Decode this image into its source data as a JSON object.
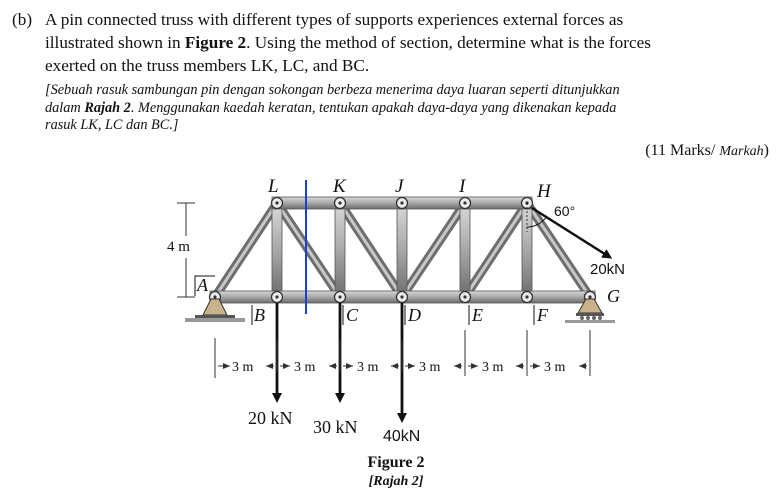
{
  "question": {
    "label": "(b)",
    "en_line1": "A pin connected truss with different types of supports experiences external forces as",
    "en_line2_pre": "illustrated shown in ",
    "en_line2_bold": "Figure 2",
    "en_line2_post": ". Using the method of section, determine what is the forces",
    "en_line3": "exerted on the truss members LK, LC, and BC.",
    "ms_line1": "[Sebuah rasuk sambungan pin dengan sokongan berbeza menerima daya luaran seperti ditunjukkan",
    "ms_line2_pre": "dalam ",
    "ms_line2_bold": "Rajah 2",
    "ms_line2_post": ". Menggunakan kaedah keratan, tentukan apakah daya-daya yang dikenakan kepada",
    "ms_line3": "rasuk LK, LC dan BC.]"
  },
  "marks": {
    "main": "(11 Marks/ ",
    "ital": "Markah",
    "close": ")"
  },
  "figure": {
    "top_nodes": [
      "L",
      "K",
      "J",
      "I",
      "H"
    ],
    "bottom_nodes": [
      "A",
      "B",
      "C",
      "D",
      "E",
      "F",
      "G"
    ],
    "height_label": "4 m",
    "spacing_labels": [
      "3 m",
      "3 m",
      "3 m",
      "3 m",
      "3 m",
      "3 m"
    ],
    "angle_label": "60°",
    "force_g": "20kN",
    "load_b": "20 kN",
    "load_c": "30 kN",
    "load_d": "40kN",
    "caption": "Figure 2",
    "caption_ms": "[Rajah 2]"
  }
}
